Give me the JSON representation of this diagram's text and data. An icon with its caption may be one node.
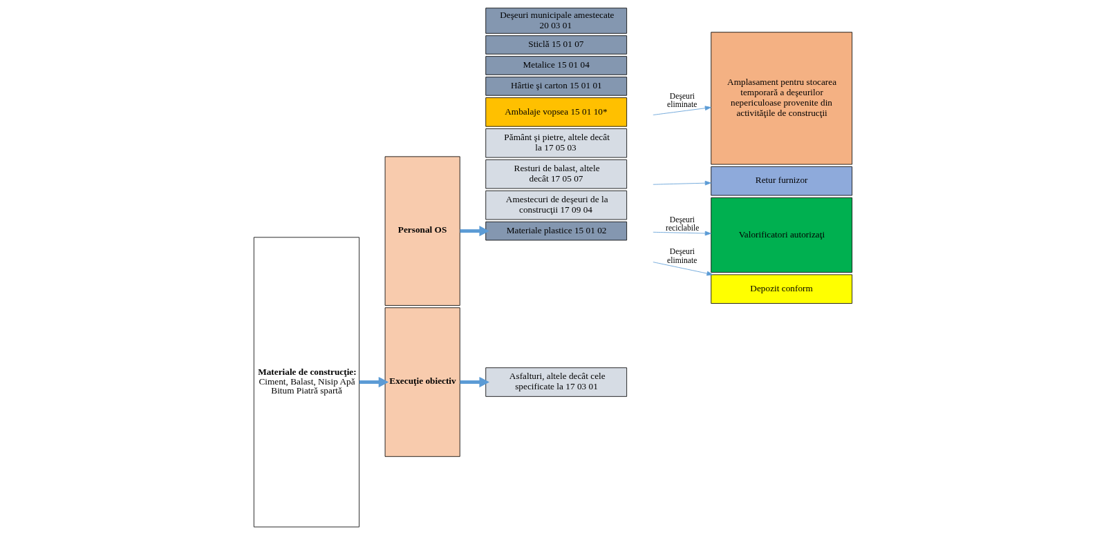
{
  "diagram": {
    "nodes": [
      {
        "text": [
          "Materiale de construcţie:",
          "Ciment, Balast, Nisip Apă Bitum Piatră spartă"
        ]
      },
      {
        "text": [
          "Execuţie obiectiv"
        ]
      },
      {
        "text": [
          "Personal OS"
        ]
      },
      {
        "text": [
          "Amestecuri de deşeuri de la construcţii 17 09 04"
        ]
      },
      {
        "text": [
          "Resturi de balast, altele decât 17 05 07"
        ]
      },
      {
        "text": [
          "Asfalturi, altele decât cele specificate la 17 03 01"
        ]
      },
      {
        "text": [
          "Pământ şi pietre, altele decât la 17 05 03"
        ]
      },
      {
        "text": [
          "Ambalaje vopsea 15 01 10*"
        ]
      },
      {
        "text": [
          "Hârtie şi carton 15 01 01"
        ]
      },
      {
        "text": [
          "Metalice 15 01 04"
        ]
      },
      {
        "text": [
          "Materiale plastice 15 01 02"
        ]
      },
      {
        "text": [
          "Sticlă 15 01 07"
        ]
      },
      {
        "text": [
          "Deşeuri municipale amestecate 20 03 01"
        ]
      },
      {
        "text": [
          "Amplasament pentru stocarea temporară a deşeurilor nepericuloase provenite din activităţile de construcţii"
        ]
      },
      {
        "text": [
          "Retur furnizor"
        ]
      },
      {
        "text": [
          "Valorificatori autorizaţi"
        ]
      },
      {
        "text": [
          "Depozit conform"
        ]
      }
    ],
    "edges": [
      {
        "from": 0,
        "to": 1,
        "arrow": "to",
        "style": "thick"
      },
      {
        "from": 1,
        "to": 5,
        "arrow": "to",
        "style": "thick"
      },
      {
        "from": 2,
        "to": 10,
        "arrow": "to",
        "style": "thick"
      },
      {
        "from": null,
        "to": 13,
        "arrow": "to",
        "label": "Deşeuri eliminate"
      },
      {
        "from": null,
        "to": 14,
        "arrow": "to"
      },
      {
        "from": null,
        "to": 15,
        "arrow": "to",
        "label": "Deşeuri reciclabile"
      },
      {
        "from": null,
        "to": 16,
        "arrow": "to",
        "label": "Deşeuri eliminate"
      }
    ]
  }
}
